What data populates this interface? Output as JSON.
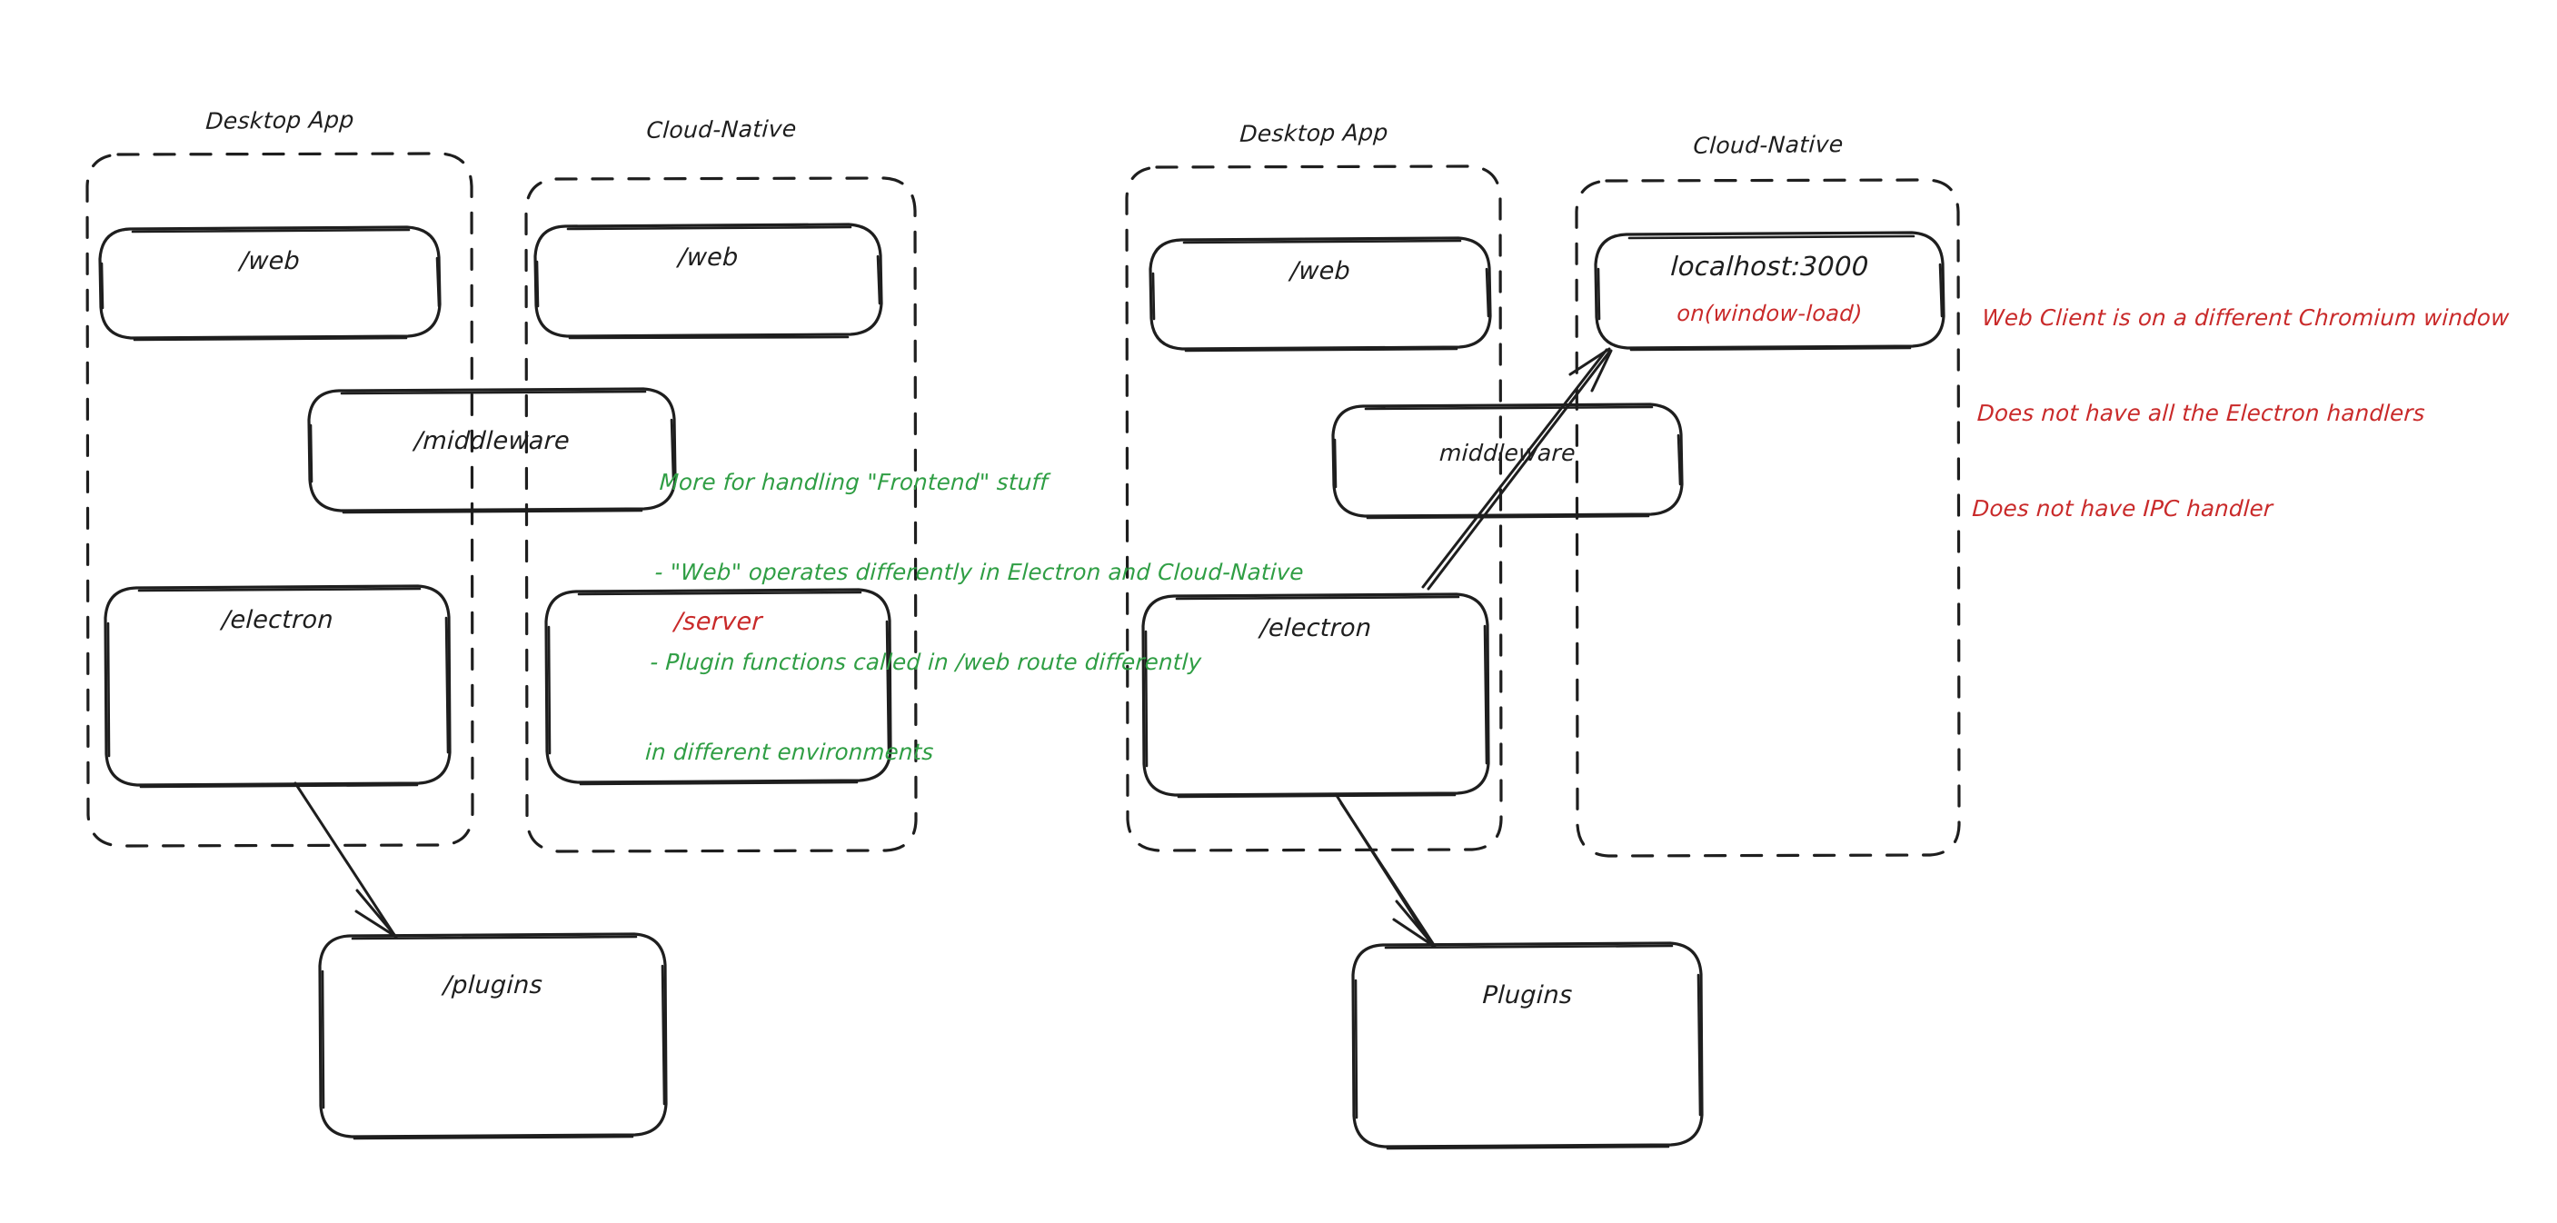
{
  "diagram": {
    "title_visible": false,
    "background": "#ffffff",
    "ink_color": "#1e1e1e",
    "green_color": "#2f9e44",
    "red_color": "#c92a2a"
  },
  "left_diagram": {
    "groups": [
      {
        "id": "left-desktop-app",
        "label": "Desktop App"
      },
      {
        "id": "left-cloud-native",
        "label": "Cloud-Native"
      }
    ],
    "boxes": [
      {
        "id": "left-desktop-web",
        "label": "/web",
        "color": "#1e1e1e"
      },
      {
        "id": "left-cloud-web",
        "label": "/web",
        "color": "#1e1e1e"
      },
      {
        "id": "left-middleware",
        "label": "/middleware",
        "color": "#1e1e1e"
      },
      {
        "id": "left-electron",
        "label": "/electron",
        "color": "#1e1e1e"
      },
      {
        "id": "left-server",
        "label": "/server",
        "color": "#c92a2a"
      },
      {
        "id": "left-plugins",
        "label": "/plugins",
        "color": "#1e1e1e"
      }
    ],
    "note_green": {
      "lines": [
        "More for handling \"Frontend\" stuff",
        "- \"Web\" operates differently in Electron and Cloud-Native",
        "- Plugin functions called in /web route differently",
        "in different environments"
      ]
    }
  },
  "right_diagram": {
    "groups": [
      {
        "id": "right-desktop-app",
        "label": "Desktop App"
      },
      {
        "id": "right-cloud-native",
        "label": "Cloud-Native"
      }
    ],
    "boxes": [
      {
        "id": "right-desktop-web",
        "label": "/web",
        "color": "#1e1e1e"
      },
      {
        "id": "right-localhost",
        "label": "localhost:3000",
        "sub_label": "on(window-load)",
        "color": "#1e1e1e",
        "sub_color": "#c92a2a"
      },
      {
        "id": "right-middleware",
        "label": "middleware",
        "color": "#1e1e1e"
      },
      {
        "id": "right-electron",
        "label": "/electron",
        "color": "#1e1e1e"
      },
      {
        "id": "right-plugins",
        "label": "Plugins",
        "color": "#1e1e1e"
      }
    ],
    "note_red": {
      "lines": [
        "Web Client is on a different Chromium window",
        "Does not have all the Electron handlers",
        "Does not have IPC handler"
      ]
    }
  }
}
